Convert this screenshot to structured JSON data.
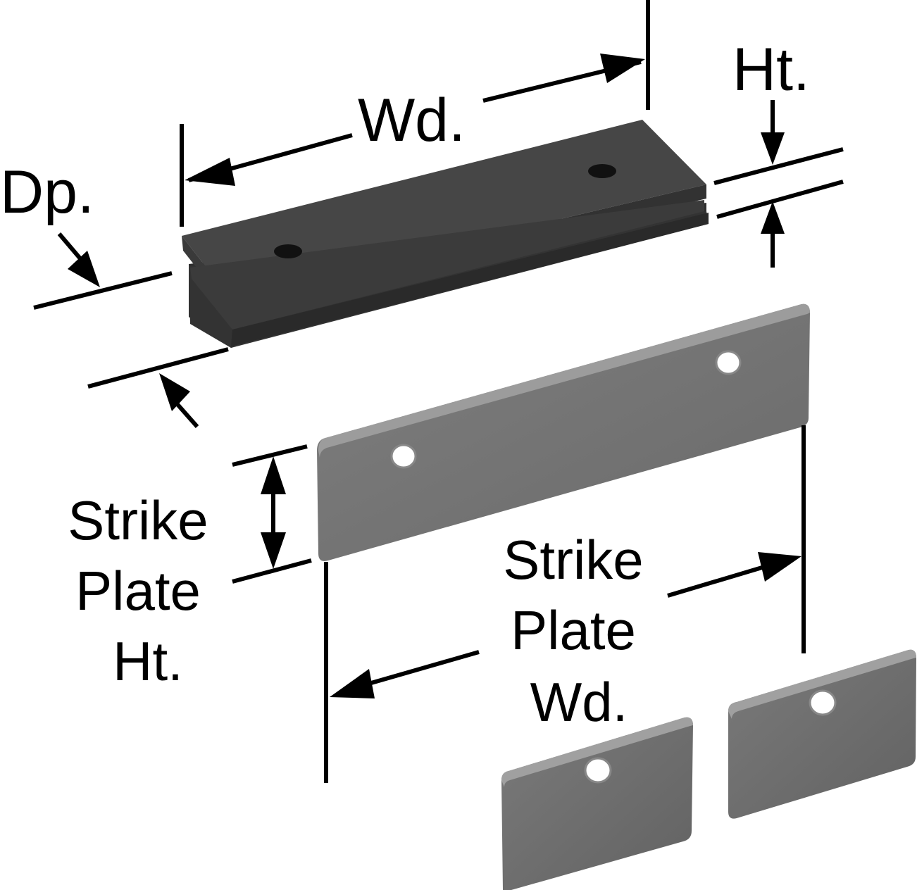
{
  "labels": {
    "wd": "Wd.",
    "ht": "Ht.",
    "dp": "Dp.",
    "strike_plate_ht": [
      "Strike",
      "Plate",
      "Ht."
    ],
    "strike_plate_wd": [
      "Strike",
      "Plate",
      "Wd."
    ]
  },
  "colors": {
    "magnet_top": "#3f3f3f",
    "magnet_side": "#2c2c2c",
    "magnet_base": "#353535",
    "plate_face": "#747474",
    "plate_edge": "#9a9a9a",
    "line": "#000000"
  }
}
